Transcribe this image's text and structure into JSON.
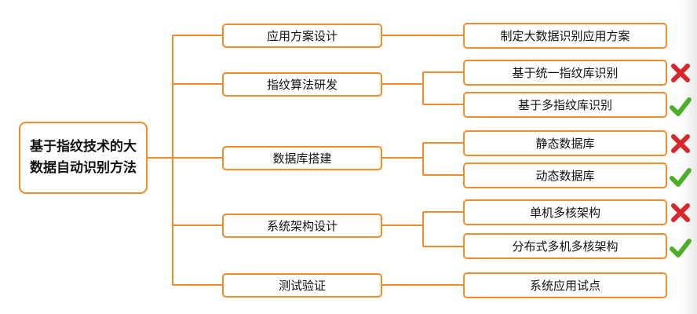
{
  "root": {
    "label": "基于指纹技术的大数据自动识别方法"
  },
  "branches": [
    {
      "label": "应用方案设计"
    },
    {
      "label": "指纹算法研发"
    },
    {
      "label": "数据库搭建"
    },
    {
      "label": "系统架构设计"
    },
    {
      "label": "测试验证"
    }
  ],
  "leaves": [
    {
      "label": "制定大数据识别应用方案",
      "mark": ""
    },
    {
      "label": "基于统一指纹库识别",
      "mark": "red-x-icon"
    },
    {
      "label": "基于多指纹库识别",
      "mark": "green-check-icon"
    },
    {
      "label": "静态数据库",
      "mark": "red-x-icon"
    },
    {
      "label": "动态数据库",
      "mark": "green-check-icon"
    },
    {
      "label": "单机多核架构",
      "mark": "red-x-icon"
    },
    {
      "label": "分布式多机多核架构",
      "mark": "green-check-icon"
    },
    {
      "label": "系统应用试点",
      "mark": ""
    }
  ],
  "colors": {
    "connector": "#f28b2a",
    "reject": "#d9262b",
    "accept": "#4caf2a"
  }
}
